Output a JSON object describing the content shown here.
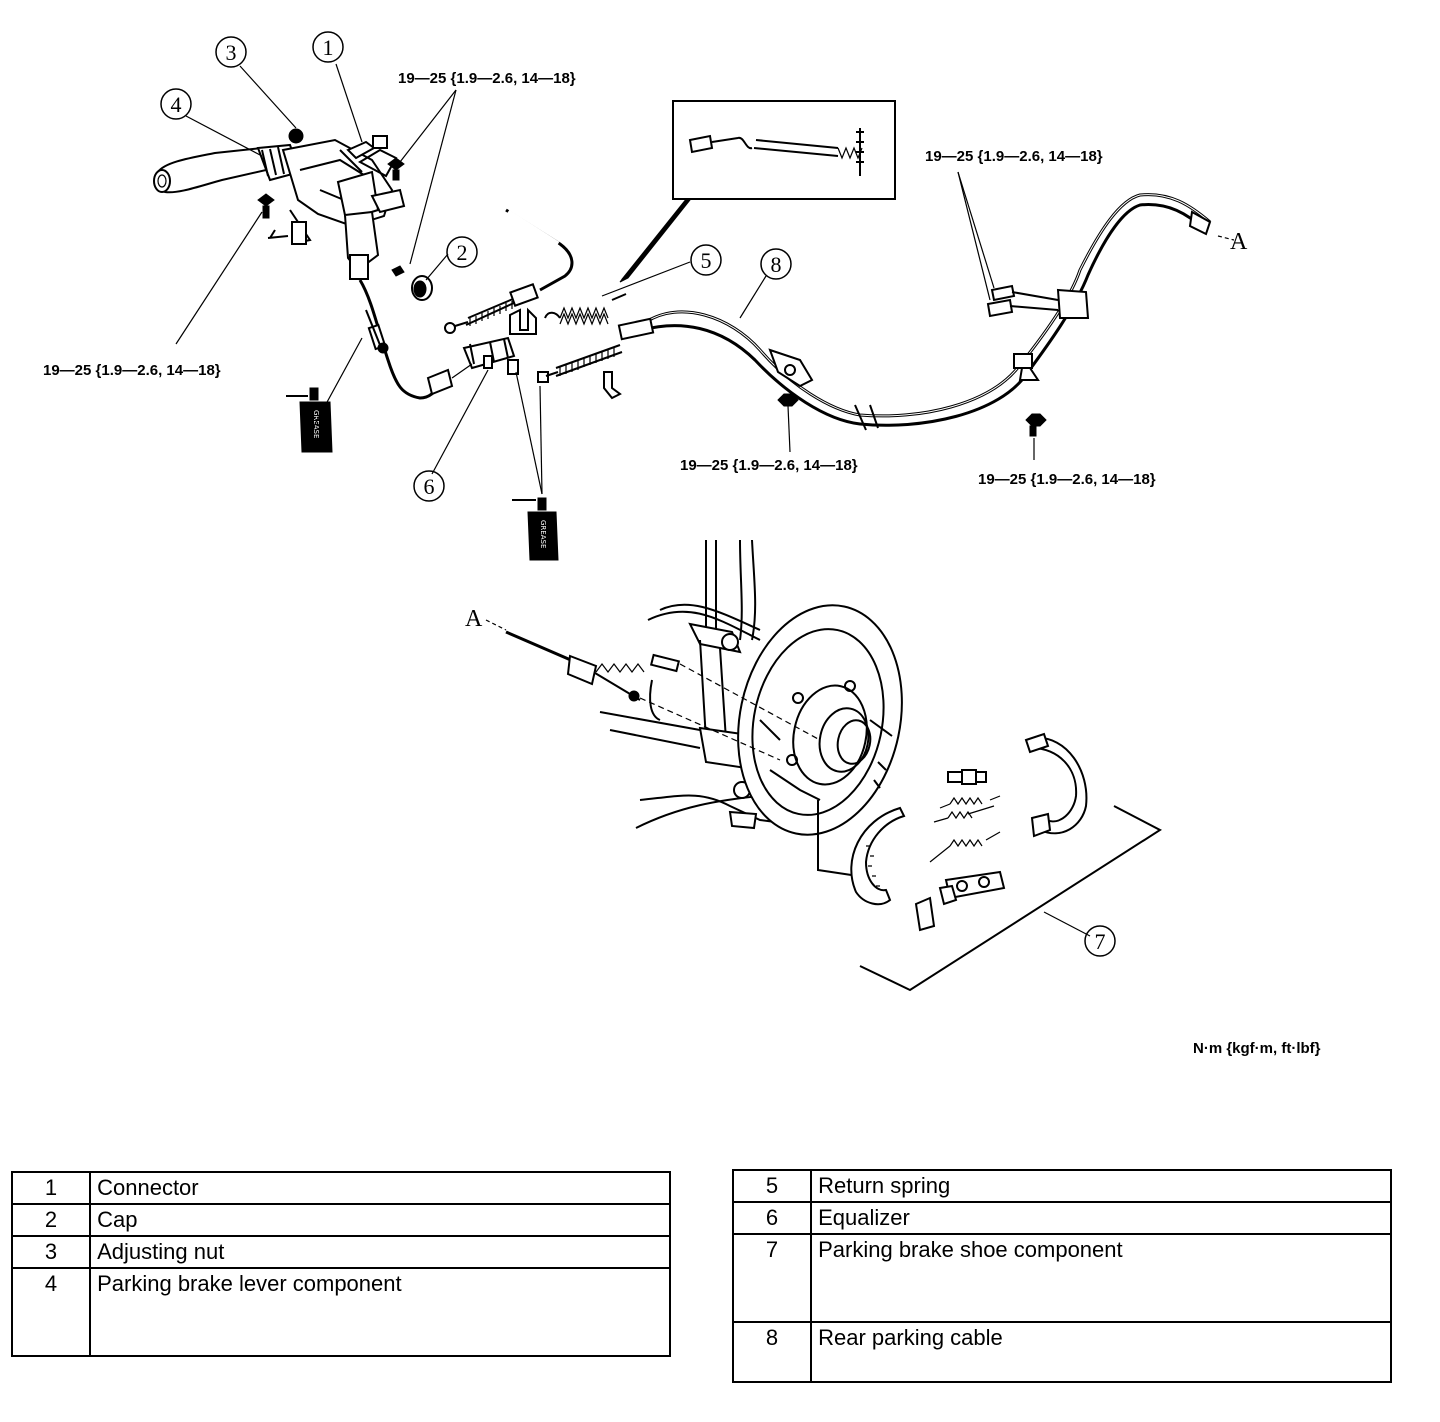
{
  "torque_labels": {
    "upper_bolt": "19—25 {1.9—2.6, 14—18}",
    "left_bolt": "19—25 {1.9—2.6, 14—18}",
    "right_upper_bolts": "19—25 {1.9—2.6, 14—18}",
    "center_bolt": "19—25 {1.9—2.6, 14—18}",
    "right_lower_bolt": "19—25 {1.9—2.6, 14—18}"
  },
  "units_note": "N·m {kgf·m, ft·lbf}",
  "letters": {
    "a_top": "A",
    "a_bottom": "A"
  },
  "grease_label": "GREASE",
  "callouts": [
    "1",
    "2",
    "3",
    "4",
    "5",
    "6",
    "7",
    "8"
  ],
  "legend_left": [
    {
      "num": "1",
      "desc": "Connector"
    },
    {
      "num": "2",
      "desc": "Cap"
    },
    {
      "num": "3",
      "desc": "Adjusting nut"
    },
    {
      "num": "4",
      "desc": "Parking brake lever component"
    }
  ],
  "legend_right": [
    {
      "num": "5",
      "desc": "Return spring"
    },
    {
      "num": "6",
      "desc": "Equalizer"
    },
    {
      "num": "7",
      "desc": "Parking brake shoe component"
    },
    {
      "num": "8",
      "desc": "Rear parking cable"
    }
  ]
}
